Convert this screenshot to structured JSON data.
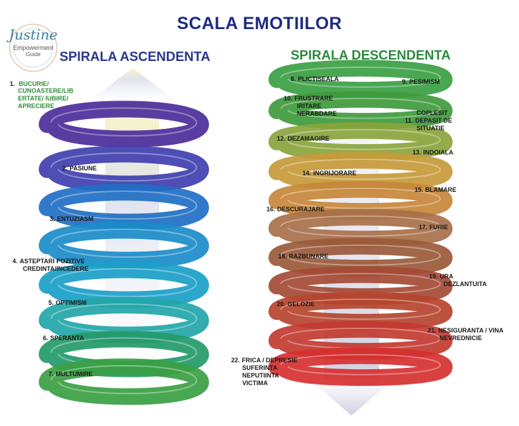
{
  "title": "SCALA EMOTIILOR",
  "logo": {
    "name": "Justine",
    "line1": "Empowerment",
    "line2": "Guide"
  },
  "left": {
    "heading": "SPIRALA ASCENDENTA",
    "items": [
      {
        "num": "1.",
        "lines": [
          "BUCURIE/",
          "CUNOASTERE/LIB",
          "ERTATE/ IUBIRE/",
          "APRECIERE"
        ]
      },
      {
        "num": "2.",
        "lines": [
          "PASIUNE"
        ]
      },
      {
        "num": "3.",
        "lines": [
          "ENTUZIASM"
        ]
      },
      {
        "num": "4.",
        "lines": [
          "ASTEPTARI POZITIVE",
          "CREDINTA/INCEDERE"
        ]
      },
      {
        "num": "5.",
        "lines": [
          "OPTIMISM"
        ]
      },
      {
        "num": "6.",
        "lines": [
          "SPERANTA"
        ]
      },
      {
        "num": "7.",
        "lines": [
          "MULTUMIRE"
        ]
      }
    ]
  },
  "right": {
    "heading": "SPIRALA DESCENDENTA",
    "items": [
      {
        "num": "8.",
        "lines": [
          "PLICTISEALA"
        ]
      },
      {
        "num": "9.",
        "lines": [
          "PESIMISM"
        ]
      },
      {
        "num": "10.",
        "lines": [
          "FRUSTRARE",
          "IRITARE",
          "NERABDARE"
        ]
      },
      {
        "num": "11.",
        "lines": [
          "COPLESIT",
          "DEPASIT DE",
          "SITUATIE"
        ]
      },
      {
        "num": "12.",
        "lines": [
          "DEZAMAGIRE"
        ]
      },
      {
        "num": "13.",
        "lines": [
          "INDOIALA"
        ]
      },
      {
        "num": "14.",
        "lines": [
          "INGRIJORARE"
        ]
      },
      {
        "num": "15.",
        "lines": [
          "BLAMARE"
        ]
      },
      {
        "num": "16.",
        "lines": [
          "DESCURAJARE"
        ]
      },
      {
        "num": "17.",
        "lines": [
          "FURIE"
        ]
      },
      {
        "num": "18.",
        "lines": [
          "RAZBUNARE"
        ]
      },
      {
        "num": "19.",
        "lines": [
          "URA",
          "DEZLANTUITA"
        ]
      },
      {
        "num": "20.",
        "lines": [
          "GELOZIE"
        ]
      },
      {
        "num": "21.",
        "lines": [
          "NESIGURANTA / VINA",
          "NEVREDNICIE"
        ]
      },
      {
        "num": "22.",
        "lines": [
          "FRICA / DEPRESIE",
          "SUFERINTA",
          "NEPUTIINTA",
          "VICTIMA"
        ]
      }
    ]
  }
}
